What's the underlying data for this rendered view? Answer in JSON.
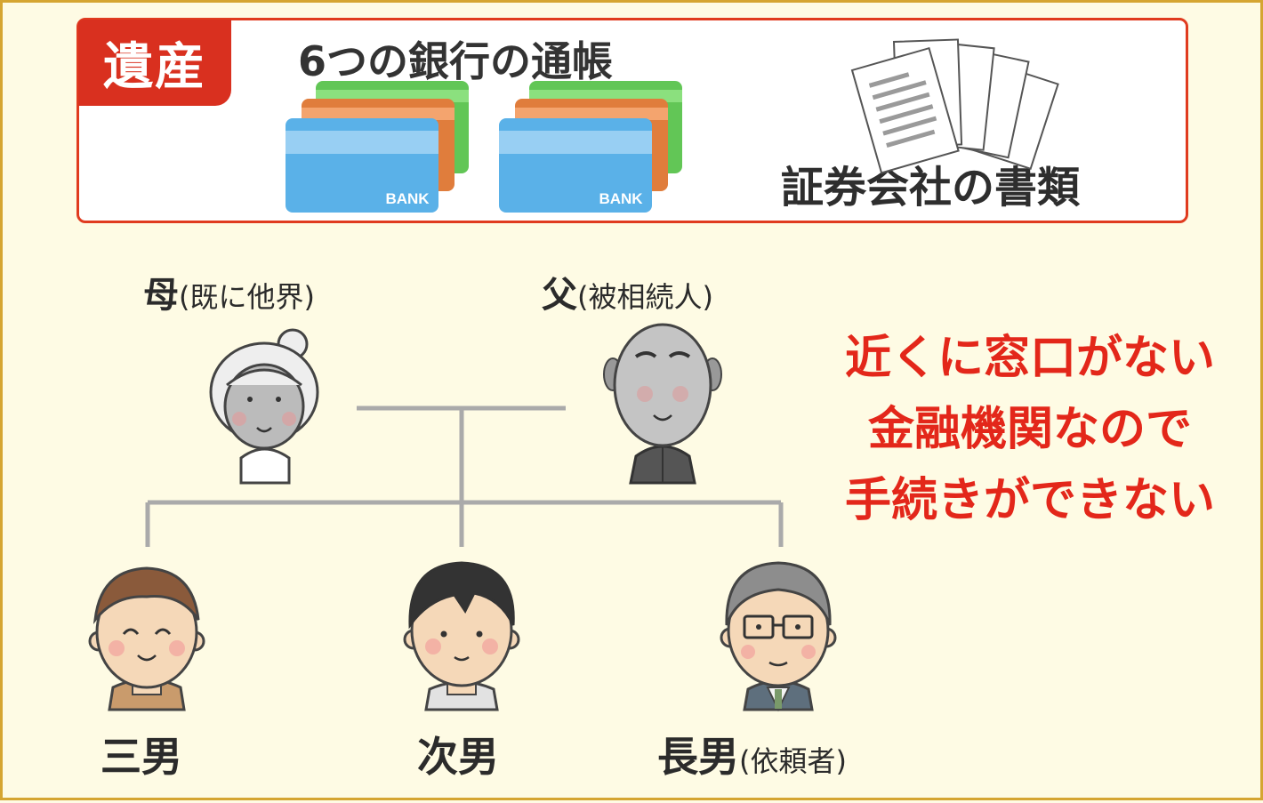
{
  "assets": {
    "tag": "遺産",
    "passbooks_title": "6つの銀行の通帳",
    "bank_card_text": "BANK",
    "securities_label": "証券会社の書類"
  },
  "family": {
    "mother": {
      "name": "母",
      "note": "(既に他界)"
    },
    "father": {
      "name": "父",
      "note": "(被相続人)"
    },
    "third_son": {
      "name": "三男"
    },
    "second_son": {
      "name": "次男"
    },
    "eldest_son": {
      "name": "長男",
      "note": "(依頼者)"
    }
  },
  "warning": {
    "lines": [
      "近くに窓口がない",
      "金融機関なので",
      "手続きができない"
    ]
  },
  "colors": {
    "background": "#fefbe4",
    "frame": "#d5a531",
    "asset_border": "#e03b1f",
    "tag": "#d9301f",
    "warning_text": "#e3271a",
    "tree_line": "#aaaaaa"
  }
}
